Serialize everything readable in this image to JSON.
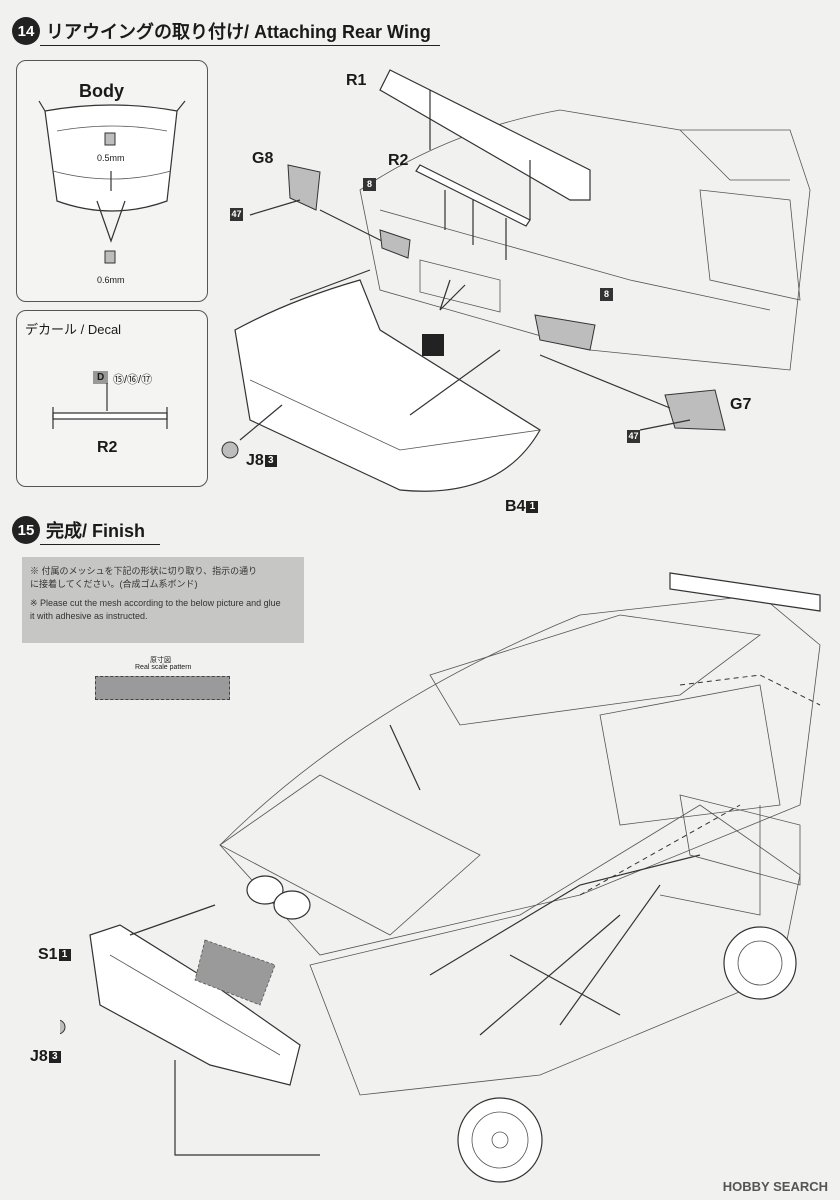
{
  "step14": {
    "number": "14",
    "title": "リアウイングの取り付け/ Attaching Rear Wing",
    "body_box": {
      "title": "Body",
      "dim_top": "0.5mm",
      "dim_bottom": "0.6mm"
    },
    "decal_box": {
      "title": "デカール / Decal",
      "decal_letter": "D",
      "decal_nums": "⑮/⑯/⑰",
      "part": "R2"
    },
    "labels": {
      "r1": "R1",
      "r2": "R2",
      "g8": "G8",
      "g7": "G7",
      "j8": "J8",
      "j8_qty": "3",
      "b4": "B4",
      "b4_qty": "1"
    },
    "numbers": {
      "n47a": "47",
      "n47b": "47",
      "n8a": "8",
      "n8b": "8"
    }
  },
  "step15": {
    "number": "15",
    "title": "完成/ Finish",
    "note_jp_1": "※ 付属のメッシュを下記の形状に切り取り、指示の通り",
    "note_jp_2": "に接着してください。(合成ゴム系ボンド)",
    "note_en_1": "※ Please cut the mesh according to the below picture and glue",
    "note_en_2": "it with adhesive as instructed.",
    "scale_jp": "原寸図",
    "scale_en": "Real scale pattern",
    "labels": {
      "s1": "S1",
      "s1_qty": "1",
      "j8": "J8",
      "j8_qty": "3"
    }
  },
  "watermark": "HOBBY SEARCH",
  "colors": {
    "mesh": "#9a9a9a",
    "tail_light": "#a8a8a8",
    "note_bg": "#c6c6c5"
  }
}
